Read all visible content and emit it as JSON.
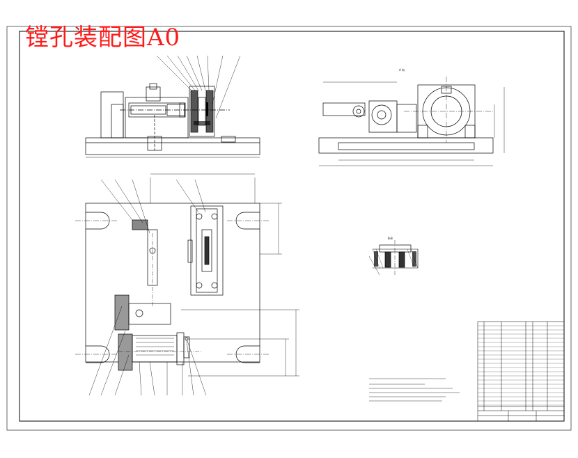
{
  "title": "镗孔装配图A0",
  "view_labels": {
    "view_a": "A 向",
    "section_bb": "B-B"
  },
  "colors": {
    "title": "#ff1a1a",
    "line": "#000000",
    "background": "#ffffff"
  }
}
